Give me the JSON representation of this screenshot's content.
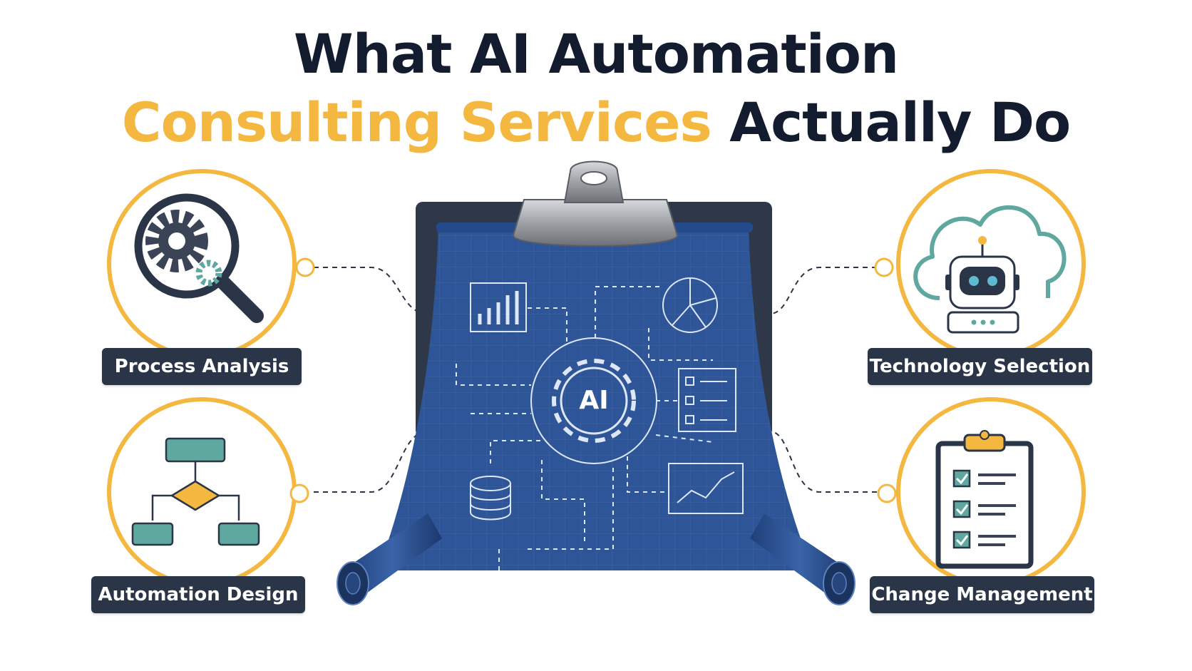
{
  "title": {
    "line1": "What AI Automation",
    "line2_accent": "Consulting Services",
    "line2_rest": "Actually Do"
  },
  "center": {
    "gear_label": "AI"
  },
  "services": [
    {
      "label": "Process Analysis",
      "icon": "magnifier-gear-icon"
    },
    {
      "label": "Technology Selection",
      "icon": "cloud-robot-icon"
    },
    {
      "label": "Automation Design",
      "icon": "flowchart-icon"
    },
    {
      "label": "Change Management",
      "icon": "checklist-clipboard-icon"
    }
  ],
  "colors": {
    "navy": "#131c2e",
    "accent": "#f4b73f",
    "badge": "#2a3548",
    "blueprint": "#2e5597",
    "teal": "#5fa8a0"
  }
}
